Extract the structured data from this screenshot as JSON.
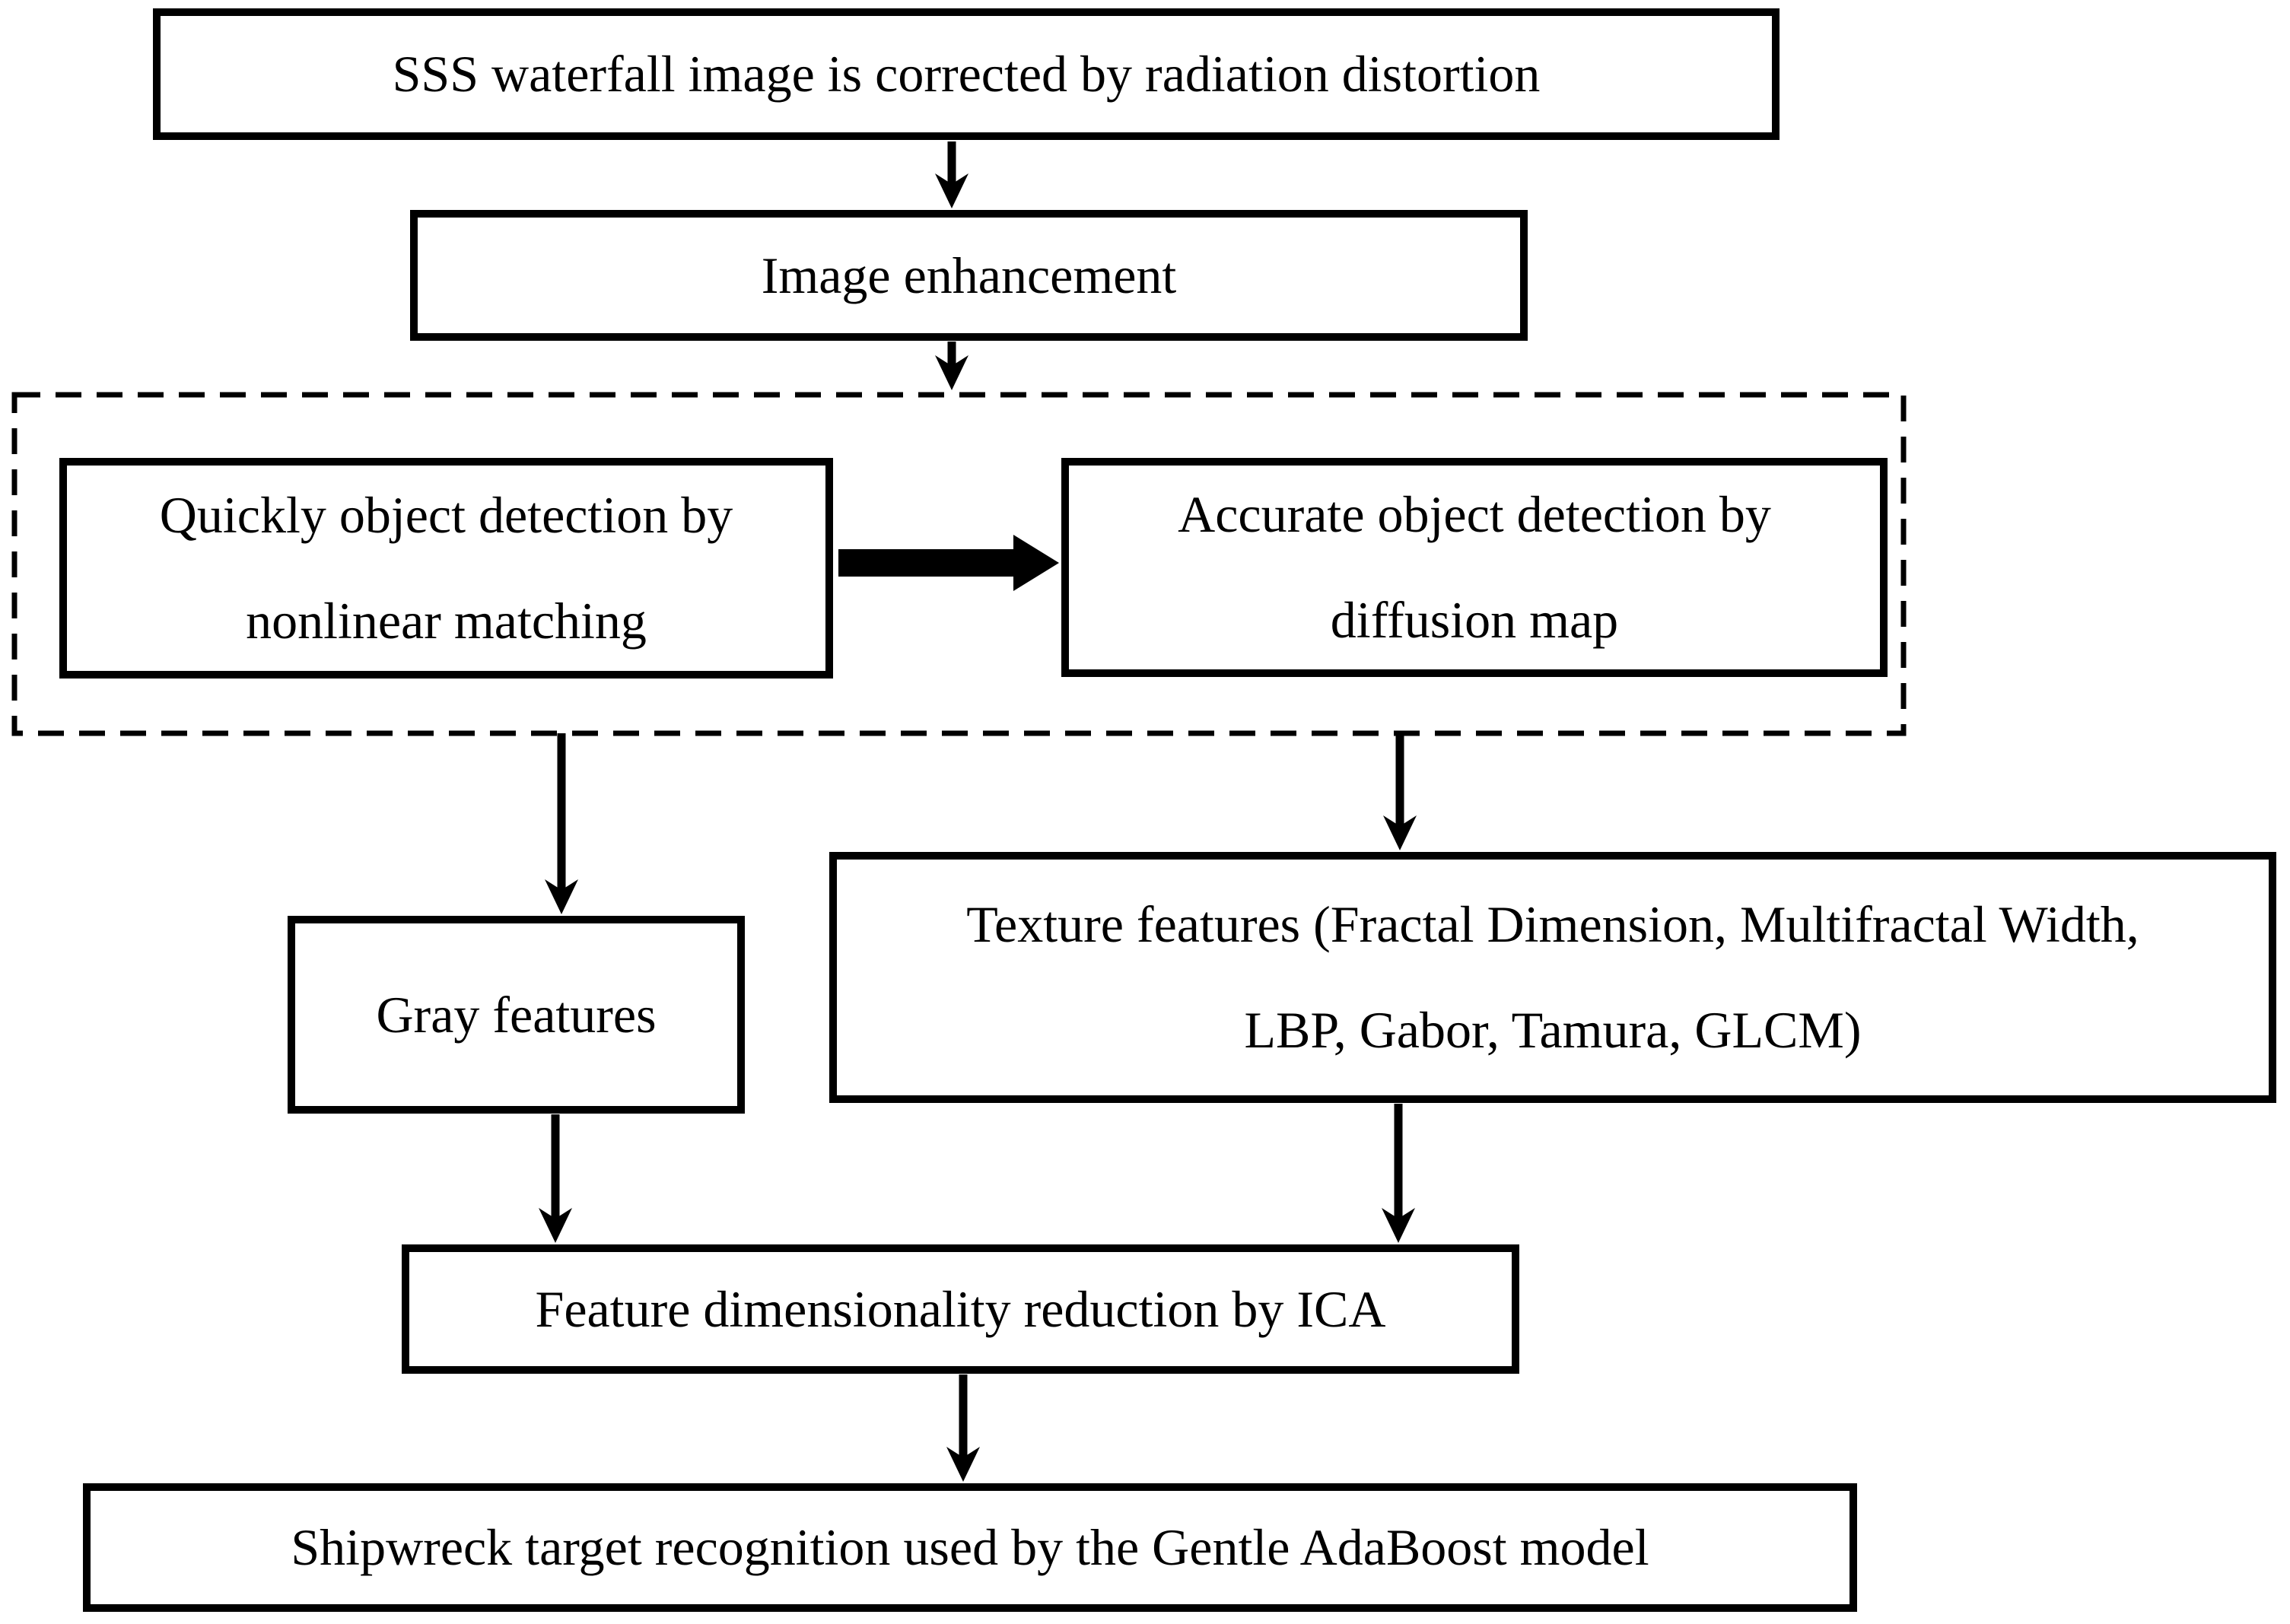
{
  "diagram": {
    "type": "flowchart",
    "background_color": "#ffffff",
    "line_color": "#000000",
    "box_fill_color": "#ffffff",
    "nodes": {
      "radiation_correction": {
        "label": "SSS waterfall image is corrected by radiation distortion",
        "lines": [
          "SSS waterfall image is corrected by radiation distortion"
        ]
      },
      "image_enhancement": {
        "label": "Image enhancement",
        "lines": [
          "Image enhancement"
        ]
      },
      "quick_detection": {
        "label": "Quickly object detection by nonlinear matching",
        "lines": [
          "Quickly object detection by",
          "nonlinear matching"
        ]
      },
      "accurate_detection": {
        "label": "Accurate object detection by diffusion map",
        "lines": [
          "Accurate object detection by",
          "diffusion map"
        ]
      },
      "gray_features": {
        "label": "Gray features",
        "lines": [
          "Gray features"
        ]
      },
      "texture_features": {
        "label": "Texture features (Fractal Dimension, Multifractal Width, LBP, Gabor, Tamura, GLCM)",
        "lines": [
          "Texture features (Fractal Dimension, Multifractal Width,",
          "LBP, Gabor, Tamura, GLCM)"
        ]
      },
      "ica_reduction": {
        "label": "Feature dimensionality reduction by ICA",
        "lines": [
          "Feature dimensionality reduction by ICA"
        ]
      },
      "shipwreck_recognition": {
        "label": "Shipwreck target recognition used by the Gentle AdaBoost model",
        "lines": [
          "Shipwreck target recognition used by the Gentle AdaBoost model"
        ]
      }
    },
    "groups": {
      "detection_group": {
        "border_style": "dashed",
        "contains": [
          "quick_detection",
          "accurate_detection"
        ]
      }
    },
    "edges": [
      {
        "from": "radiation_correction",
        "to": "image_enhancement",
        "style": "thin-arrow"
      },
      {
        "from": "image_enhancement",
        "to": "detection_group",
        "style": "thin-arrow"
      },
      {
        "from": "quick_detection",
        "to": "accurate_detection",
        "style": "block-arrow"
      },
      {
        "from": "detection_group",
        "to": "gray_features",
        "style": "thin-arrow"
      },
      {
        "from": "detection_group",
        "to": "texture_features",
        "style": "thin-arrow"
      },
      {
        "from": "gray_features",
        "to": "ica_reduction",
        "style": "thin-arrow"
      },
      {
        "from": "texture_features",
        "to": "ica_reduction",
        "style": "thin-arrow"
      },
      {
        "from": "ica_reduction",
        "to": "shipwreck_recognition",
        "style": "thin-arrow"
      }
    ]
  }
}
